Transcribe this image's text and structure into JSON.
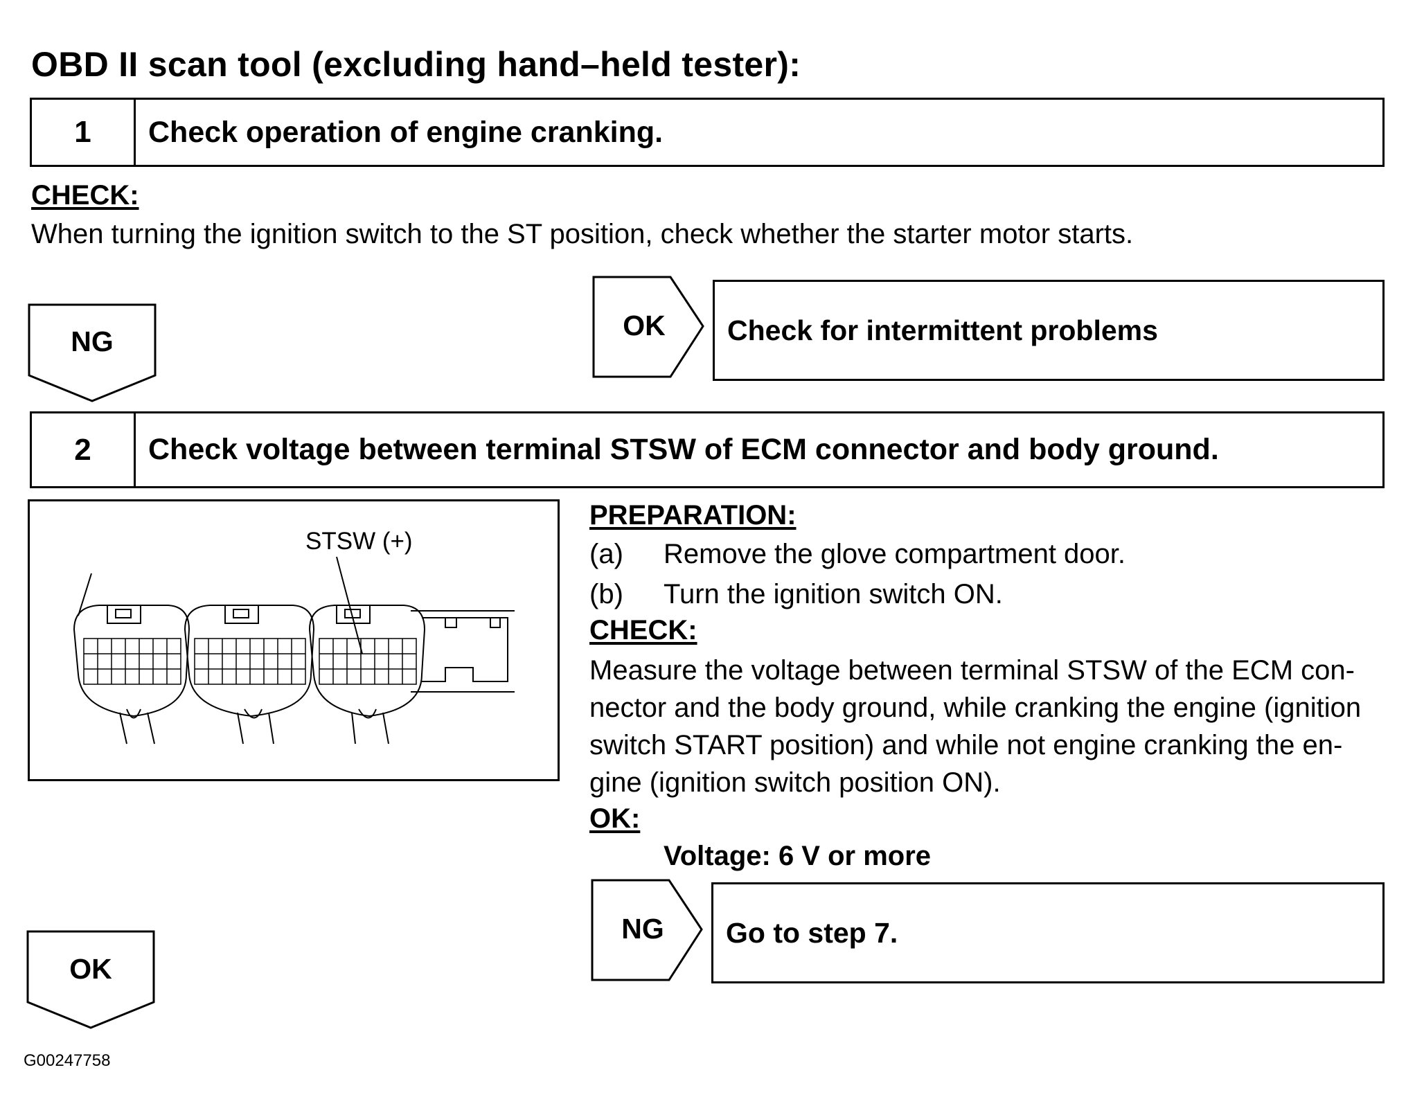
{
  "heading": "OBD II scan tool (excluding hand–held tester):",
  "step1": {
    "number": "1",
    "title": "Check operation of engine cranking.",
    "check_label": "CHECK:",
    "check_text": "When turning the ignition switch to the ST position, check whether the starter motor starts.",
    "down_label": "NG",
    "side_label": "OK",
    "side_result": "Check for intermittent problems"
  },
  "step2": {
    "number": "2",
    "title": "Check voltage between terminal STSW of ECM connector and body ground.",
    "diagram_label": "STSW (+)",
    "preparation_label": "PREPARATION:",
    "preparation_items": [
      {
        "marker": "(a)",
        "text": "Remove the glove compartment door."
      },
      {
        "marker": "(b)",
        "text": "Turn the ignition switch ON."
      }
    ],
    "check_label": "CHECK:",
    "check_lines": [
      "Measure the voltage between terminal STSW of the ECM con-",
      "nector and the body ground, while cranking the engine (ignition",
      "switch START position) and while not engine cranking the en-",
      "gine (ignition switch position ON)."
    ],
    "ok_label": "OK:",
    "ok_value": "Voltage: 6 V or more",
    "side_label": "NG",
    "side_result": "Go to step 7.",
    "down_label": "OK"
  },
  "figure_code": "G00247758",
  "colors": {
    "ink": "#000000",
    "paper": "#ffffff"
  }
}
